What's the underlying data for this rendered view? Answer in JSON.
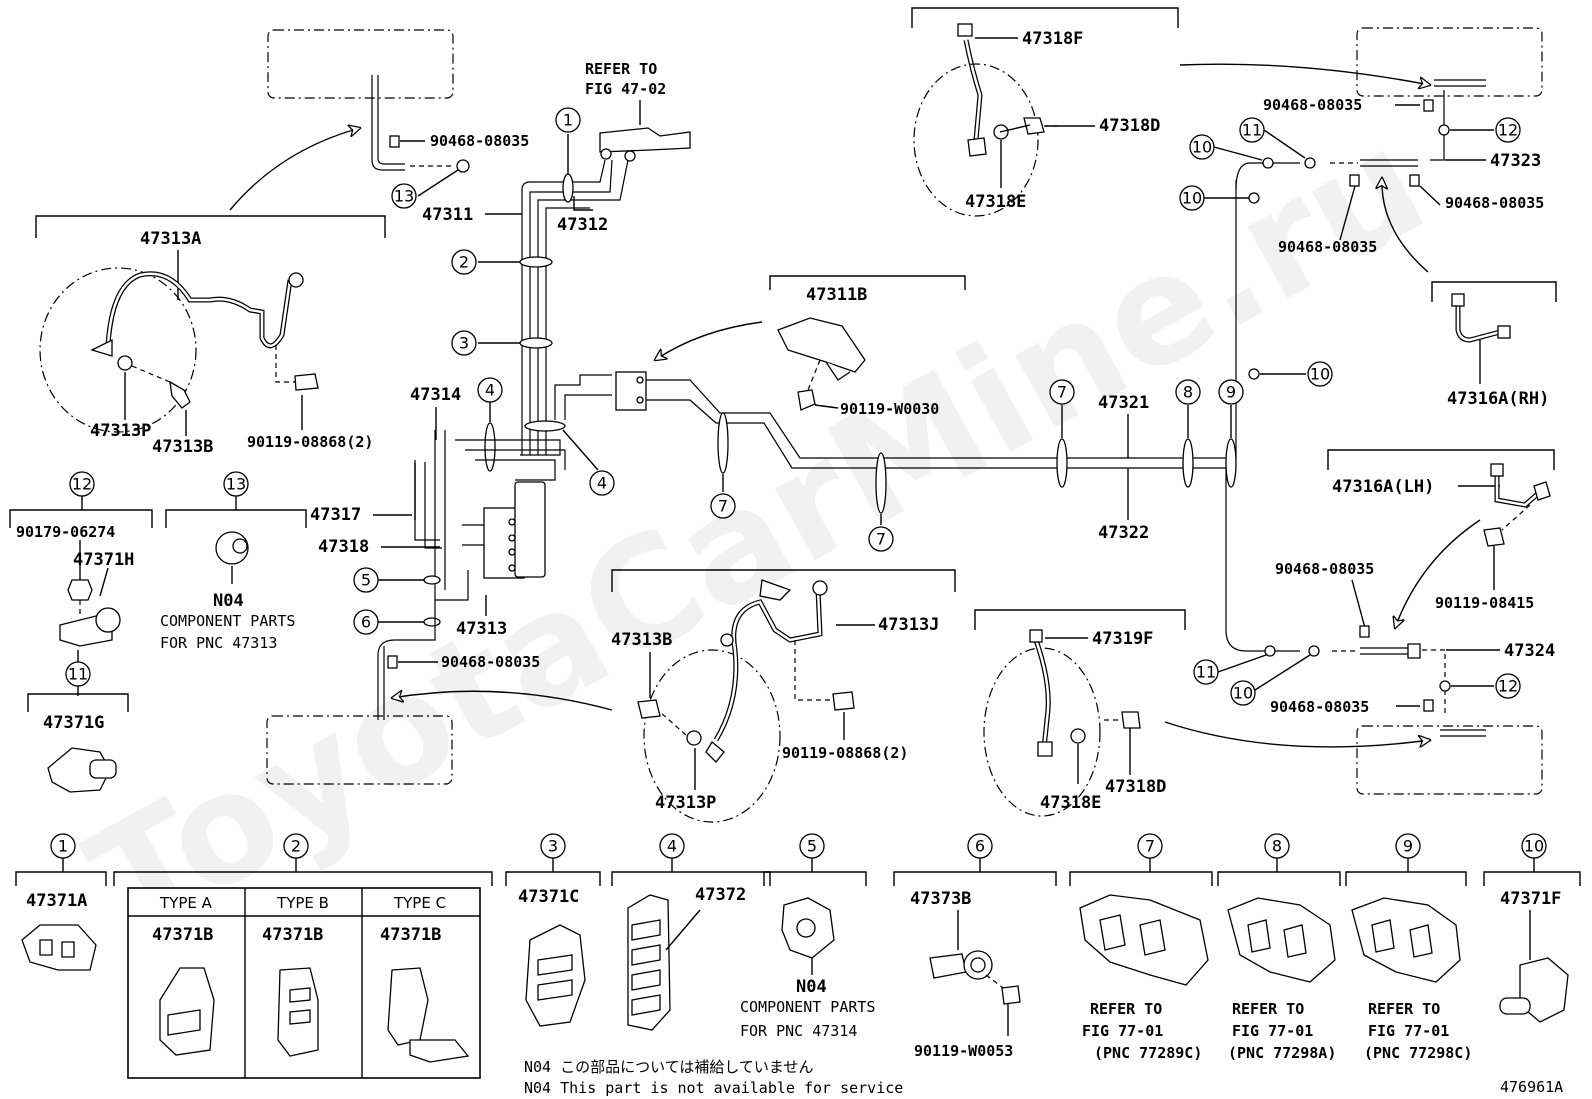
{
  "watermark": "ToyotaCarMine.ru",
  "figure_id": "476961A",
  "refer_top": [
    "REFER TO",
    "FIG 47-02"
  ],
  "labels": {
    "p47313A": "47313A",
    "p47313P_a": "47313P",
    "p47313B_a": "47313B",
    "p90119_08868_a": "90119-08868(2)",
    "p90468_08035_a": "90468-08035",
    "p47311": "47311",
    "p47312": "47312",
    "p47314": "47314",
    "p47317": "47317",
    "p47318": "47318",
    "p47313": "47313",
    "p90468_08035_b": "90468-08035",
    "p47311B": "47311B",
    "p90119_W0030": "90119-W0030",
    "p47318F": "47318F",
    "p47318D_a": "47318D",
    "p47318E_a": "47318E",
    "p90468_08035_c": "90468-08035",
    "p47323": "47323",
    "p90468_08035_d": "90468-08035",
    "p90468_08035_e": "90468-08035",
    "p47316A_RH": "47316A(RH)",
    "p47321": "47321",
    "p47322": "47322",
    "p47316A_LH": "47316A(LH)",
    "p90468_08035_f": "90468-08035",
    "p90119_08415": "90119-08415",
    "p47324": "47324",
    "p90468_08035_g": "90468-08035",
    "p47319F": "47319F",
    "p47318D_b": "47318D",
    "p47318E_b": "47318E",
    "p47313B_b": "47313B",
    "p47313J": "47313J",
    "p90119_08868_b": "90119-08868(2)",
    "p47313P_b": "47313P",
    "p90179_06274": "90179-06274",
    "p47371H": "47371H",
    "p47371G": "47371G",
    "n04_a": "N04",
    "n04_a_desc1": "COMPONENT PARTS",
    "n04_a_desc2": "FOR PNC 47313"
  },
  "callouts": [
    "1",
    "2",
    "3",
    "4",
    "5",
    "6",
    "7",
    "8",
    "9",
    "10",
    "11",
    "12",
    "13"
  ],
  "legend": {
    "c1_part": "47371A",
    "c2_types": [
      {
        "type": "TYPE A",
        "part": "47371B"
      },
      {
        "type": "TYPE B",
        "part": "47371B"
      },
      {
        "type": "TYPE C",
        "part": "47371B"
      }
    ],
    "c3_part": "47371C",
    "c4_part": "47372",
    "c5_code": "N04",
    "c5_desc1": "COMPONENT PARTS",
    "c5_desc2": "FOR PNC 47314",
    "c6_part": "47373B",
    "c6_bolt": "90119-W0053",
    "c7_ref": [
      "REFER TO",
      "FIG 77-01",
      "(PNC 77289C)"
    ],
    "c8_ref": [
      "REFER TO",
      "FIG 77-01",
      "(PNC 77298A)"
    ],
    "c9_ref": [
      "REFER TO",
      "FIG 77-01",
      "(PNC 77298C)"
    ],
    "c10_part": "47371F"
  },
  "notes": [
    "N04 この部品については補給していません",
    "N04 This part is not available for service"
  ]
}
